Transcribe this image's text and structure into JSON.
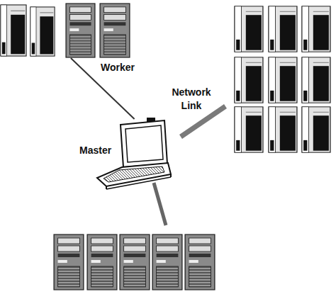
{
  "diagram": {
    "nodes": [
      {
        "text": [
          "Worker"
        ]
      },
      {
        "text": [
          "Master"
        ]
      }
    ],
    "edges": [
      {
        "from": 1,
        "to": 0,
        "arrow": "none"
      }
    ],
    "labels": [
      "Network Link"
    ]
  }
}
